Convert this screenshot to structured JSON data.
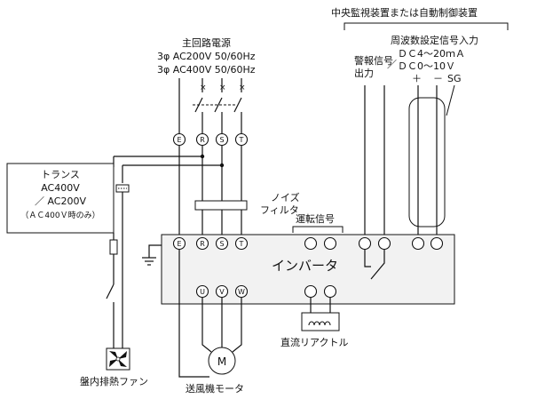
{
  "labels": {
    "central_monitor": "中央監視装置または自動制御装置",
    "freq_input": "周波数設定信号入力",
    "freq_spec1": "ＤＣ4～20ｍＡ",
    "freq_sep": "／",
    "freq_spec2": "ＤＣ0～10Ｖ",
    "plus": "＋",
    "minus": "－",
    "sg": "SG",
    "alarm_line1": "警報信号",
    "alarm_line2": "出力",
    "run_signal": "運転信号",
    "main_power": "主回路電源",
    "power_200": "3φ AC200V 50/60Hz",
    "power_400": "3φ AC400V 50/60Hz",
    "noise_line1": "ノイズ",
    "noise_line2": "フィルタ",
    "trans_title": "トランス",
    "trans_v1": "AC400V",
    "trans_v2": "／ AC200V",
    "trans_note": "（ＡＣ400Ｖ時のみ）",
    "inverter": "インバータ",
    "dc_reactor": "直流リアクトル",
    "motor_symbol": "M",
    "blower_motor": "送風機モータ",
    "panel_fan": "盤内排熱ファン"
  },
  "terminals": {
    "e_top": "E",
    "r_top": "R",
    "s_top": "S",
    "t_top": "T",
    "e_inv": "E",
    "r_inv": "R",
    "s_inv": "S",
    "t_inv": "T",
    "u": "U",
    "v": "V",
    "w": "W"
  }
}
